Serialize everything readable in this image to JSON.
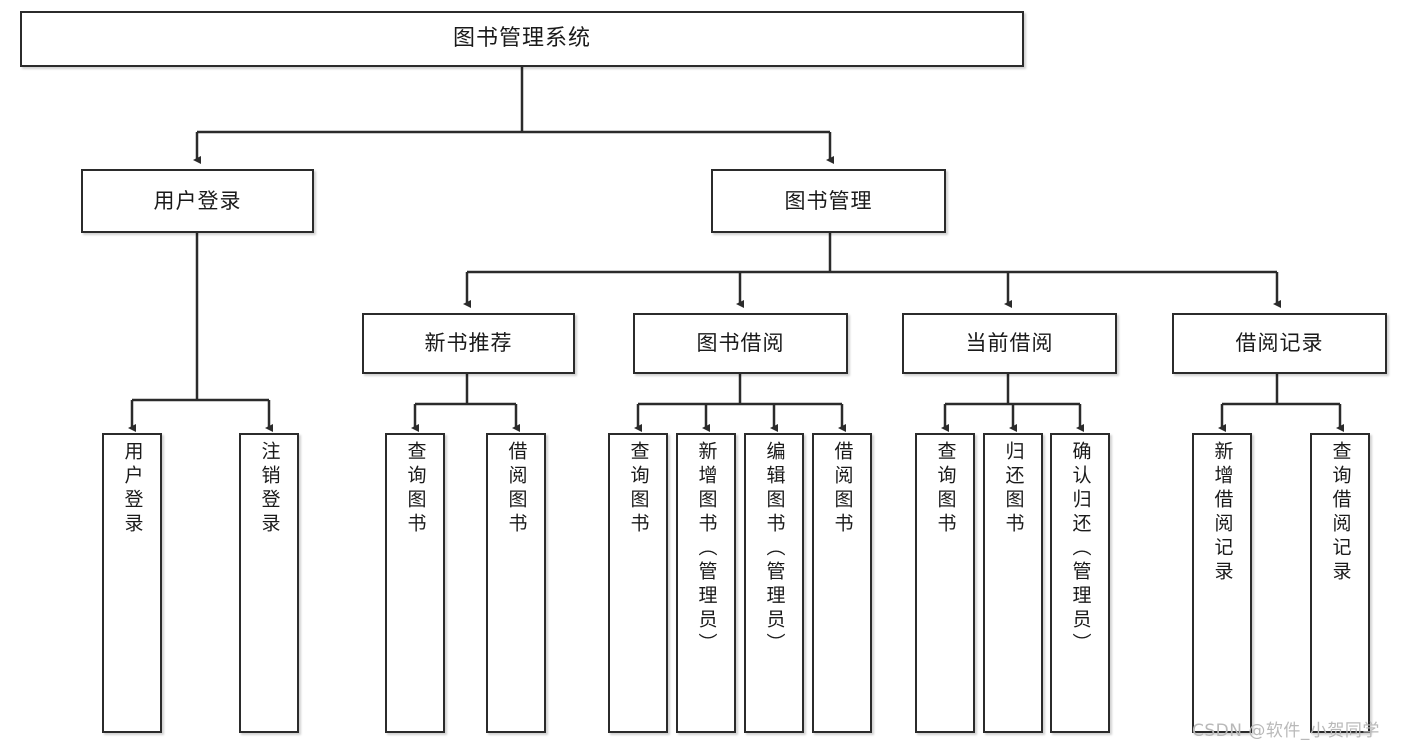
{
  "diagram": {
    "title": "图书管理系统",
    "type": "function-structure-tree",
    "watermark": "CSDN @软件_小贺同学",
    "colors": {
      "box_border": "#2b2b2b",
      "box_fill": "#ffffff",
      "connector": "#2b2b2b",
      "text": "#1a1a1a",
      "watermark": "#b9b9b9",
      "background": "#ffffff"
    },
    "root": {
      "label": "图书管理系统"
    },
    "level2": [
      {
        "label": "用户登录"
      },
      {
        "label": "图书管理"
      }
    ],
    "level3": [
      {
        "label": "新书推荐"
      },
      {
        "label": "图书借阅"
      },
      {
        "label": "当前借阅"
      },
      {
        "label": "借阅记录"
      }
    ],
    "leaves": {
      "user_login": [
        {
          "label": "用户登录"
        },
        {
          "label": "注销登录"
        }
      ],
      "new_book_recommend": [
        {
          "label": "查询图书"
        },
        {
          "label": "借阅图书"
        }
      ],
      "book_borrow": [
        {
          "label": "查询图书"
        },
        {
          "label": "新增图书（管理员）"
        },
        {
          "label": "编辑图书（管理员）"
        },
        {
          "label": "借阅图书"
        }
      ],
      "current_borrow": [
        {
          "label": "查询图书"
        },
        {
          "label": "归还图书"
        },
        {
          "label": "确认归还（管理员）"
        }
      ],
      "borrow_record": [
        {
          "label": "新增借阅记录"
        },
        {
          "label": "查询借阅记录"
        }
      ]
    }
  }
}
